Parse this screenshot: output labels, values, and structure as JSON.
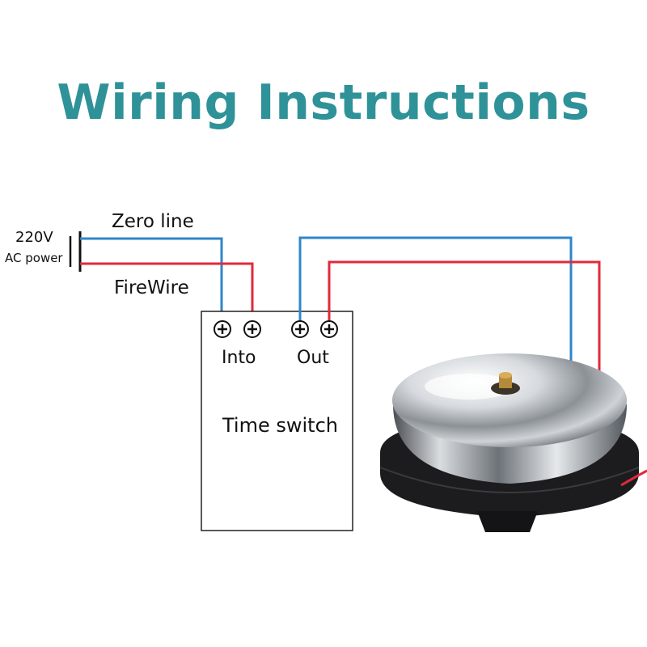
{
  "title": "Wiring Instructions",
  "labels": {
    "voltage": "220V",
    "ac_power": "AC power",
    "zero_line": "Zero line",
    "firewire": "FireWire",
    "into": "Into",
    "out": "Out",
    "time_switch": "Time switch"
  },
  "colors": {
    "title": "#2e9298",
    "zero_wire": "#2f86c9",
    "fire_wire": "#e02a3b",
    "box_border": "#222222"
  }
}
